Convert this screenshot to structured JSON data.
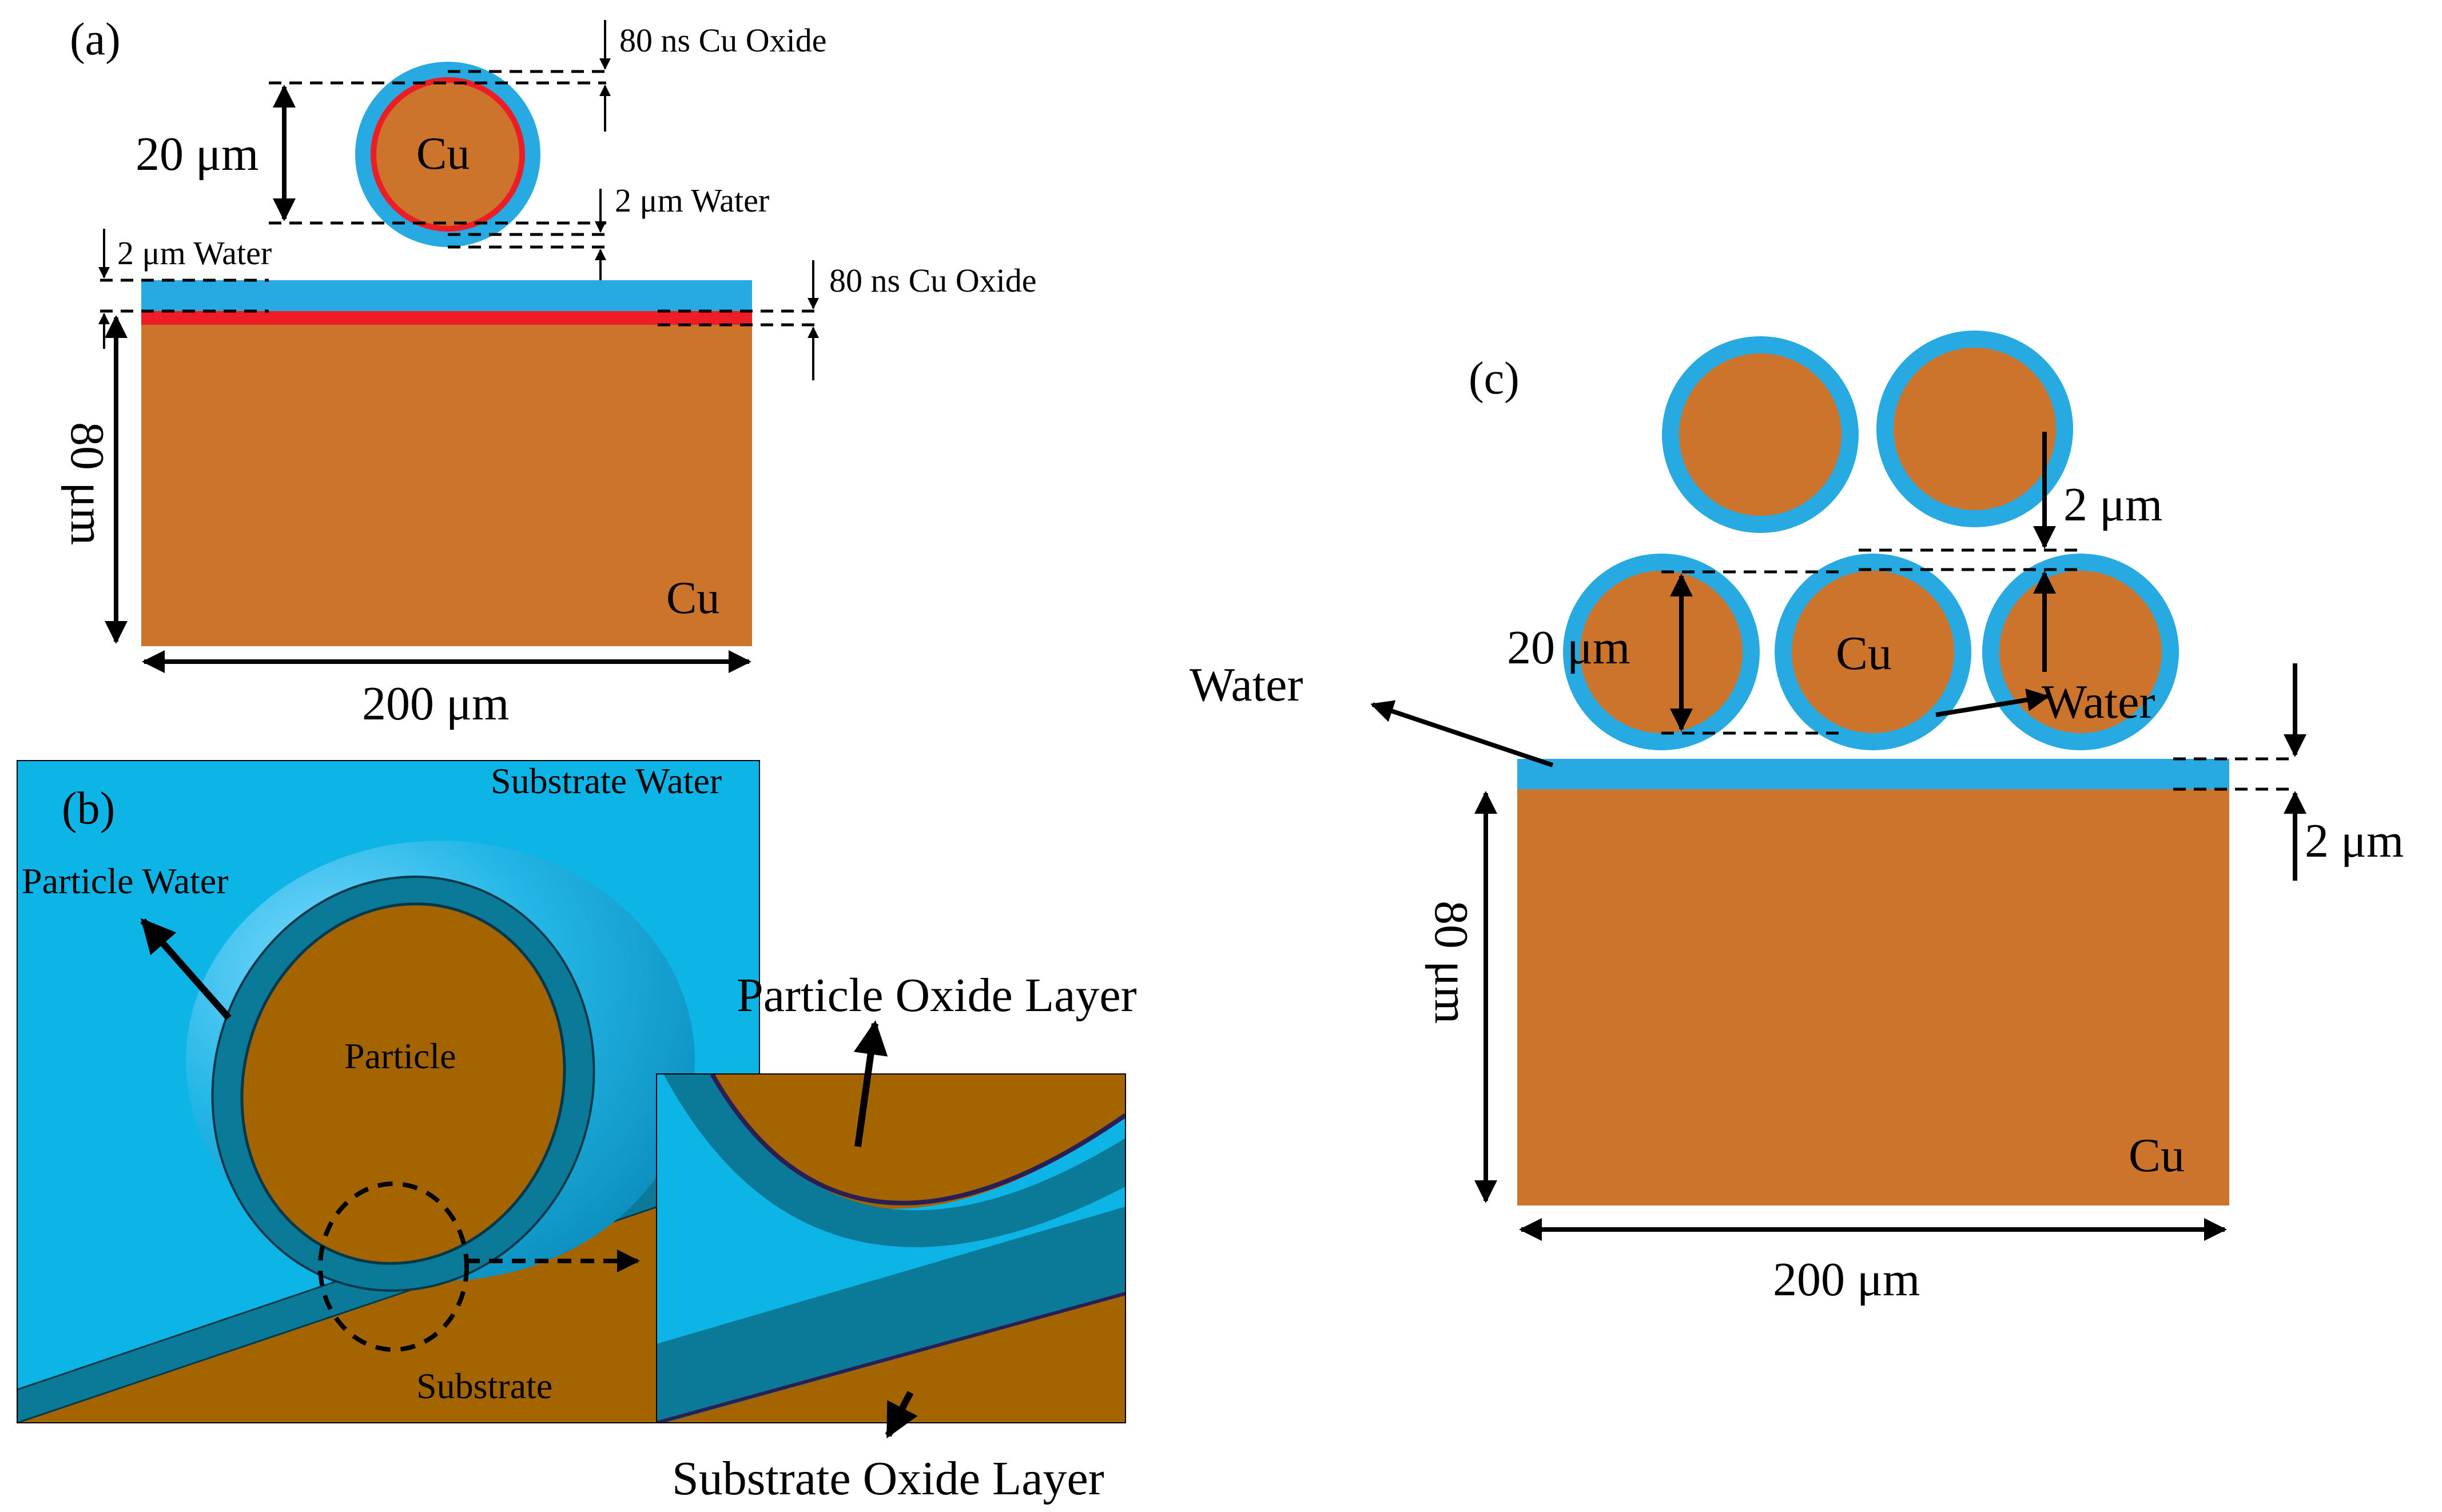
{
  "colors": {
    "copper": "#CC732C",
    "water": "#27AAE1",
    "oxide": "#EE1C25",
    "render_water_light": "#0DB5E6",
    "render_water_dark": "#0B7A99",
    "render_copper": "#A46500"
  },
  "panel_a": {
    "tag": "(a)",
    "particle_label": "Cu",
    "substrate_label": "Cu",
    "particle_diameter": "20 μm",
    "substrate_height": "80 μm",
    "substrate_width": "200 μm",
    "particle_oxide": "80 ns Cu Oxide",
    "particle_water": "2 μm Water",
    "substrate_water": "2 μm Water",
    "substrate_oxide": "80 ns Cu Oxide"
  },
  "panel_b": {
    "tag": "(b)",
    "substrate_water": "Substrate Water",
    "particle_water": "Particle Water",
    "particle": "Particle",
    "particle_oxide": "Particle Oxide Layer",
    "substrate": "Substrate",
    "substrate_oxide": "Substrate Oxide Layer"
  },
  "panel_c": {
    "tag": "(c)",
    "water_left": "Water",
    "water_inner": "Water",
    "particle_label": "Cu",
    "substrate_label": "Cu",
    "gap_between_particles": "2 μm",
    "particle_diameter": "20 μm",
    "water_thickness": "2 μm",
    "substrate_height": "80 μm",
    "substrate_width": "200 μm"
  }
}
